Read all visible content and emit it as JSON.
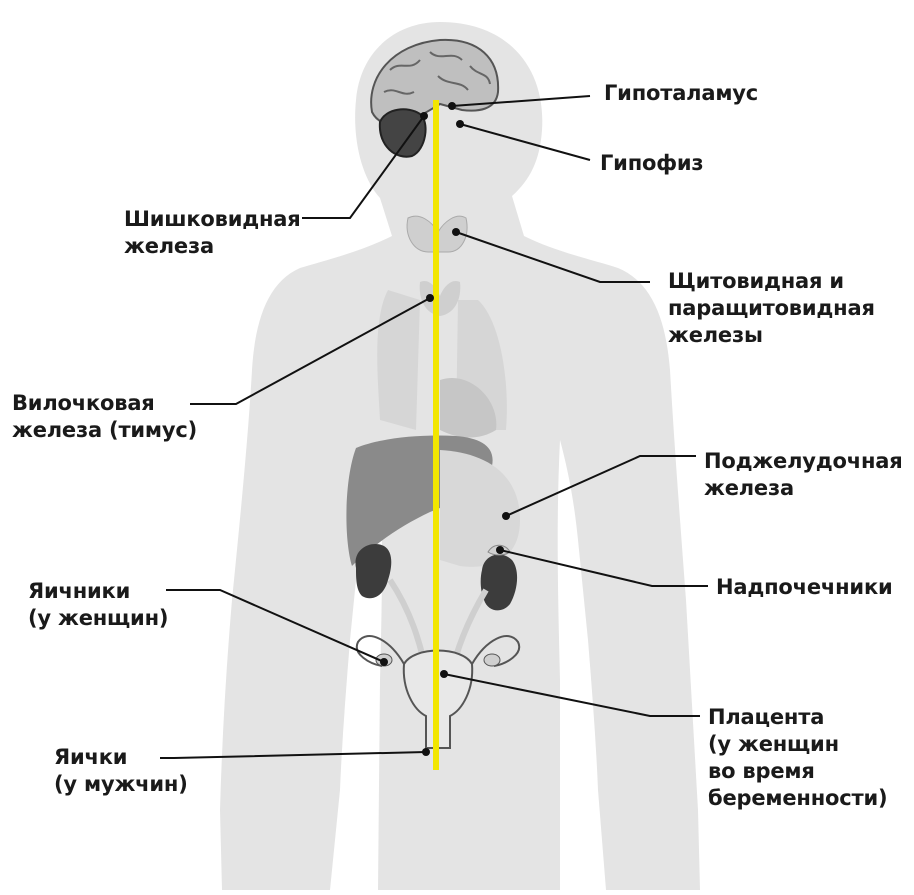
{
  "labels": {
    "hypothalamus": "Гипоталамус",
    "pituitary": "Гипофиз",
    "pineal": [
      "Шишковидная",
      "железа"
    ],
    "thyroid": [
      "Щитовидная и",
      "паращитовидная",
      "железы"
    ],
    "thymus": [
      "Вилочковая",
      "железа (тимус)"
    ],
    "pancreas": [
      "Поджелудочная",
      "железа"
    ],
    "adrenals": "Надпочечники",
    "ovaries": [
      "Яичники",
      "(у женщин)"
    ],
    "placenta": [
      "Плацента",
      "(у женщин",
      "во время",
      "беременности)"
    ],
    "testes": [
      "Яички",
      "(у мужчин)"
    ]
  },
  "colors": {
    "body": "#e4e4e4",
    "organ_light": "#d2d2d2",
    "organ_mid": "#bdbdbd",
    "liver": "#8a8a8a",
    "kidney": "#3c3c3c",
    "axis": "#f2e600",
    "leader": "#111111"
  }
}
